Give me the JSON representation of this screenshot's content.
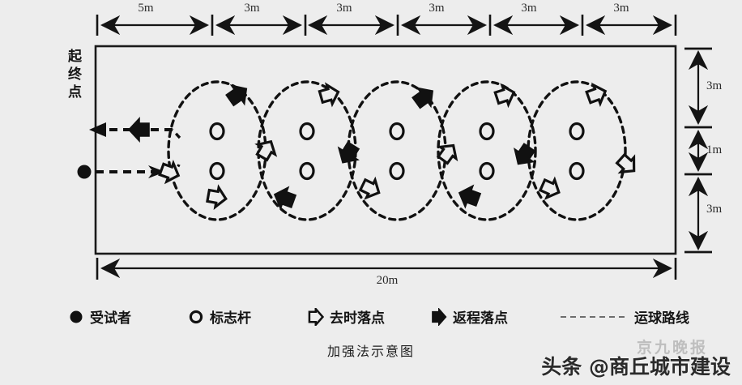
{
  "diagram": {
    "title": "加强法示意图",
    "start_end_label": "起终点",
    "field": {
      "length_label": "20m",
      "top_segments": [
        "5m",
        "3m",
        "3m",
        "3m",
        "3m",
        "3m"
      ],
      "right_segments": [
        "3m",
        "1m",
        "3m"
      ]
    },
    "marker_poles_count": 10,
    "circle_paths_count": 5
  },
  "legend": {
    "items": [
      {
        "icon": "filled-circle-icon",
        "label": "受试者"
      },
      {
        "icon": "hollow-circle-icon",
        "label": "标志杆"
      },
      {
        "icon": "hollow-arrow-icon",
        "label": "去时落点"
      },
      {
        "icon": "filled-arrow-icon",
        "label": "返程落点"
      },
      {
        "icon": "dashed-line-icon",
        "label": "运球路线"
      }
    ]
  },
  "watermark": {
    "foreground": "头条 @商丘城市建设",
    "background": "京九晚报"
  },
  "colors": {
    "background": "#ededed",
    "ink": "#111111",
    "field_border": "#1a1a1a"
  }
}
